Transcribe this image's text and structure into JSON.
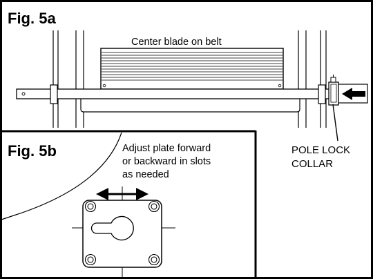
{
  "figures": {
    "fig_5a": {
      "label": "Fig. 5a",
      "caption": "Center blade on belt",
      "callout": {
        "line1": "POLE LOCK",
        "line2": "COLLAR"
      }
    },
    "fig_5b": {
      "label": "Fig. 5b",
      "note": {
        "line1": "Adjust plate forward",
        "line2": "or backward in slots",
        "line3": "as needed"
      }
    }
  }
}
